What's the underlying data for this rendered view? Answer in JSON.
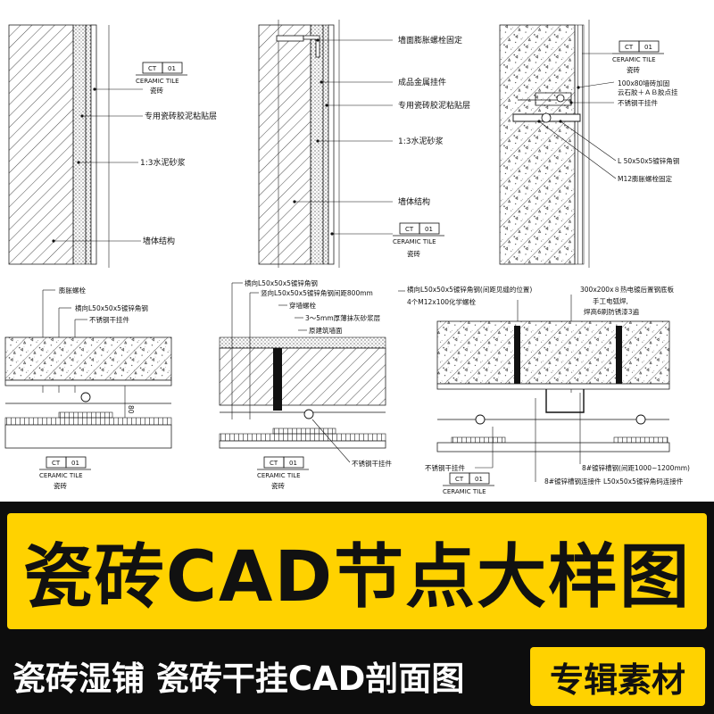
{
  "poster": {
    "title": "瓷砖CAD节点大样图",
    "subtitle": "瓷砖湿铺  瓷砖干挂CAD剖面图",
    "badge": "专辑素材"
  },
  "tag": {
    "code": "CT",
    "num": "01",
    "material": "CERAMIC TILE",
    "material_cn": "瓷砖"
  },
  "detail_1": {
    "labels": [
      "专用瓷砖胶泥粘贴层",
      "1:3水泥砂浆",
      "墙体结构"
    ]
  },
  "detail_2": {
    "labels": [
      "墙面膨胀螺栓固定",
      "成品金属挂件",
      "专用瓷砖胶泥粘贴层",
      "1:3水泥砂浆",
      "墙体结构"
    ]
  },
  "detail_3": {
    "labels": [
      "100x80墙砖加固",
      "云石胶＋ＡＢ胶点挂",
      "不锈钢干挂件",
      "L 50x50x5镀锌角钢",
      "M12膨胀螺栓固定"
    ]
  },
  "detail_4": {
    "labels": [
      "膨胀螺栓",
      "横向L50x50x5镀锌角钢",
      "不锈钢干挂件"
    ],
    "dimension": "80"
  },
  "detail_5": {
    "labels": [
      "横向L50x50x5镀锌角钢",
      "竖向L50x50x5镀锌角钢间距800mm",
      "穿墙螺栓",
      "3～5mm厚薄抹灰砂浆层",
      "原建筑墙面",
      "不锈钢干挂件"
    ]
  },
  "detail_6": {
    "labels": [
      "横向L50x50x5镀锌角钢(间距见缝的位置)",
      "300x200x８热电镀后置钢底板",
      "4个M12x100化学螺栓",
      "手工电弧焊,",
      "焊高6刷防锈漆3遍",
      "不锈钢干挂件",
      "8#镀锌槽钢(间距1000~1200mm)",
      "8#镀锌槽钢连接件 L50x50x5镀锌角码连接件"
    ]
  }
}
